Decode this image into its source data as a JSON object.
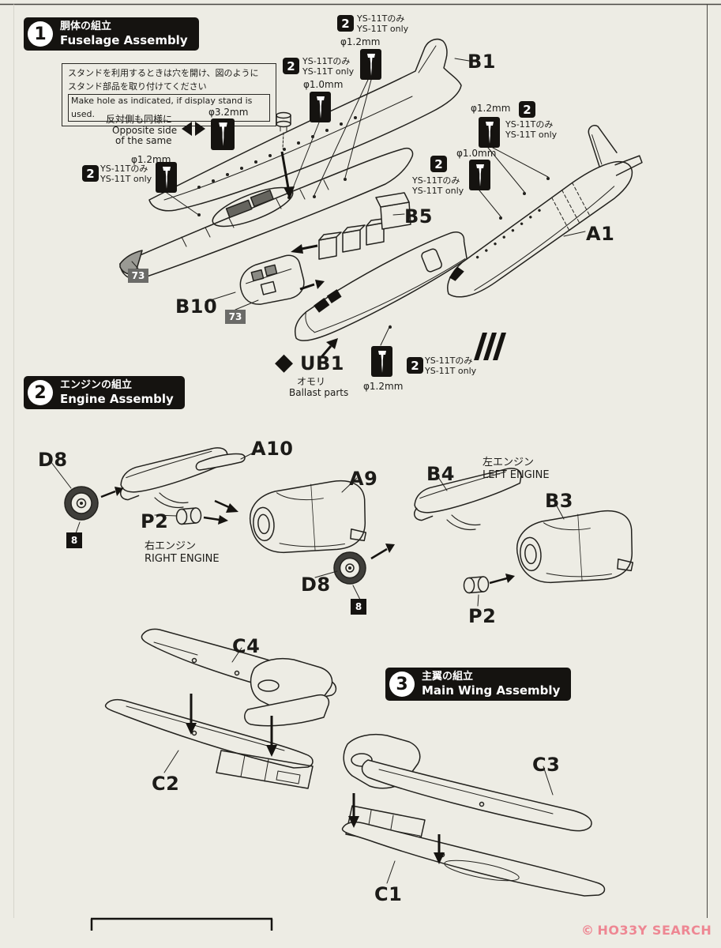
{
  "page": {
    "watermark_mark": "©",
    "watermark": "HO33Y SEARCH"
  },
  "steps": {
    "s1": {
      "num": "1",
      "jp": "胴体の組立",
      "en": "Fuselage Assembly"
    },
    "s2": {
      "num": "2",
      "jp": "エンジンの組立",
      "en": "Engine Assembly"
    },
    "s3": {
      "num": "3",
      "jp": "主翼の組立",
      "en": "Main Wing Assembly"
    }
  },
  "notes": {
    "stand1": "スタンドを利用するときは穴を開け、図のように",
    "stand2": "スタンド部品を取り付けてください",
    "stand3": "Make hole as indicated, if display stand is used.",
    "opp1": "反対側も同様に",
    "opp2": "Opposite side",
    "opp3": "of the same"
  },
  "callout": {
    "badge": "2",
    "jp": "YS-11Tのみ",
    "en": "YS-11T only"
  },
  "dia": {
    "d12": "φ1.2mm",
    "d10": "φ1.0mm",
    "d32": "φ3.2mm"
  },
  "parts": {
    "b1": "B1",
    "a1": "A1",
    "b5": "B5",
    "b10": "B10",
    "ub1": "UB1",
    "omori_jp": "オモリ",
    "omori_en": "Ballast parts",
    "p73": "73",
    "d8": "D8",
    "a10": "A10",
    "a9": "A9",
    "p2": "P2",
    "b4": "B4",
    "b3": "B3",
    "n8": "8",
    "right_jp": "右エンジン",
    "right_en": "RIGHT ENGINE",
    "left_jp": "左エンジン",
    "left_en": "LEFT ENGINE",
    "c4": "C4",
    "c2": "C2",
    "c3": "C3",
    "c1": "C1"
  }
}
